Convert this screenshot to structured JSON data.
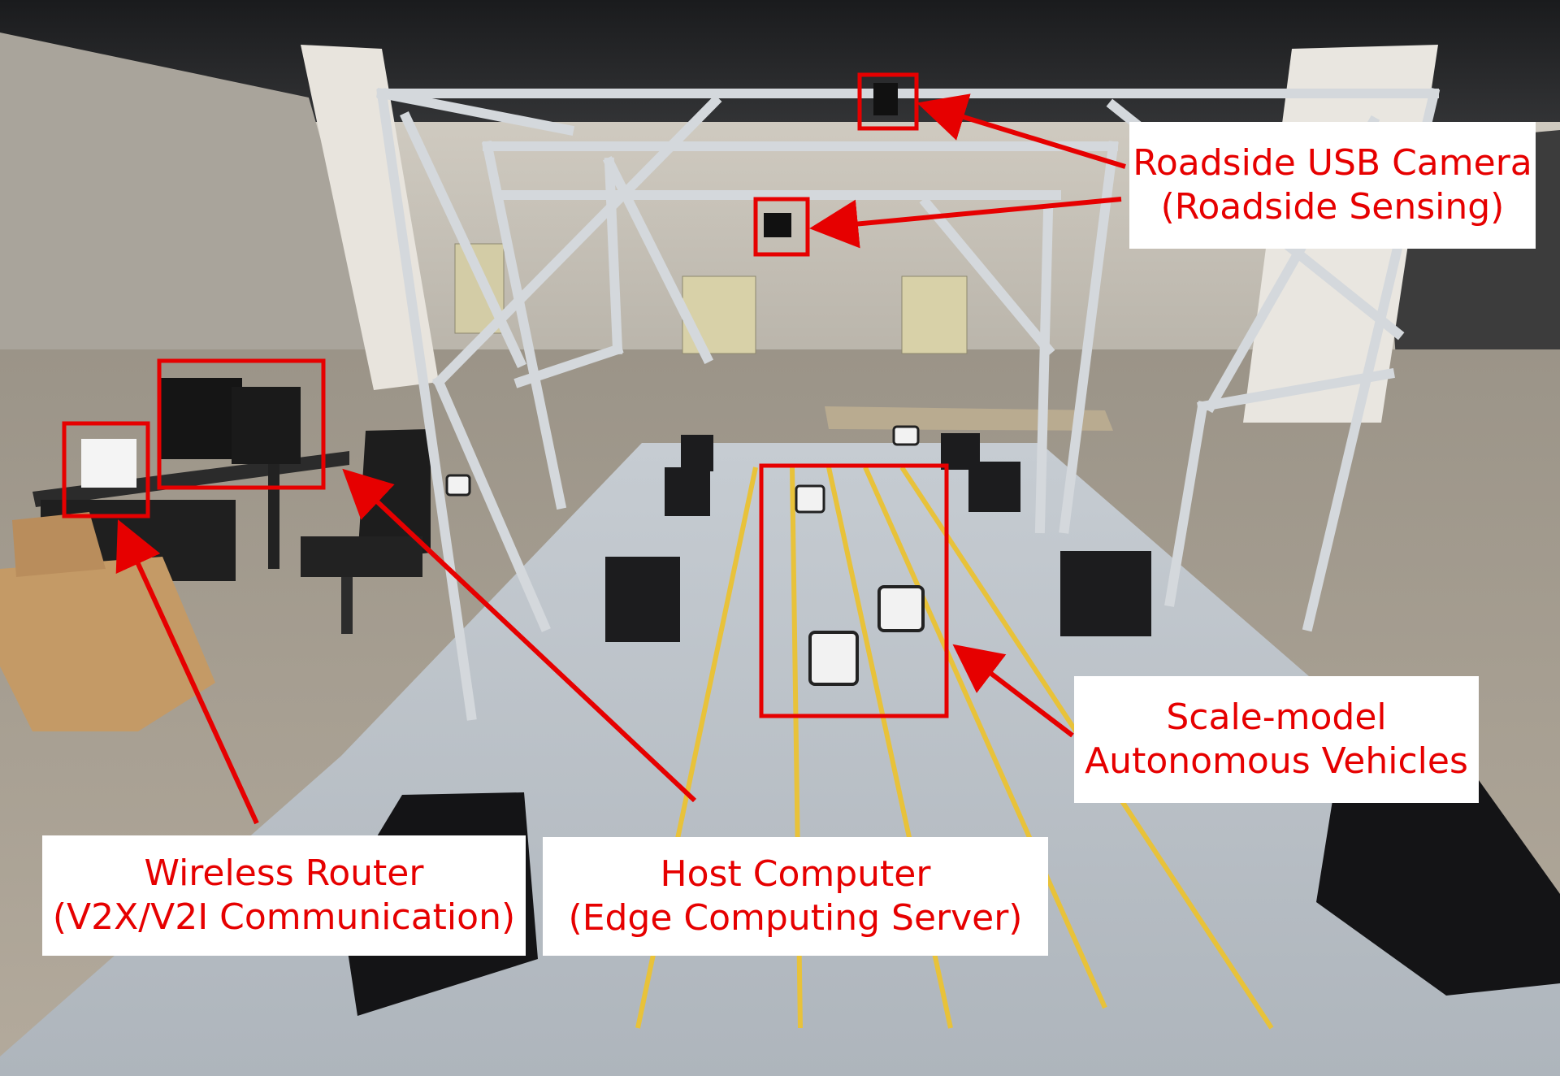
{
  "image": {
    "description_colors": {
      "annotation": "#e60000",
      "label_background": "#ffffff",
      "floor": "#bcc2c8",
      "lane_line": "#e8c23a",
      "frame": "#d4d8dc"
    }
  },
  "labels": {
    "camera": {
      "line1": "Roadside USB Camera",
      "line2": "(Roadside Sensing)"
    },
    "vehicles": {
      "line1": "Scale-model",
      "line2": "Autonomous Vehicles"
    },
    "router": {
      "line1": "Wireless Router",
      "line2": "(V2X/V2I Communication)"
    },
    "host": {
      "line1": "Host Computer",
      "line2": "(Edge Computing Server)"
    }
  }
}
